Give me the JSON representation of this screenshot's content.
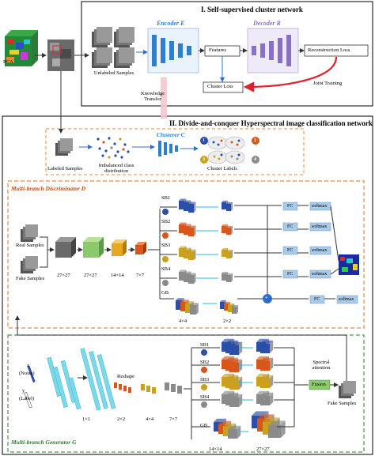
{
  "sections": {
    "top_title": "I. Self-supervised cluster network",
    "bottom_title": "II. Divide-and-conquer Hyperspectral image classification network"
  },
  "top": {
    "pca": "PCA",
    "unlabeled": "Unlabeled Samples",
    "encoder": "Encoder E",
    "decoder": "Decoder R",
    "features": "Features",
    "reconstruction_loss": "Reconstruction Loss",
    "cluster_loss": "Cluster Loss",
    "knowledge_transfer": "Knowledge Transfer",
    "joint_training": "Joint Training"
  },
  "clustering": {
    "labeled": "Labeled Samples",
    "imbalanced": "Imbalanced class distribution",
    "clusterer": "Clusterer C",
    "cluster_labels": "Cluster Labels",
    "badges": [
      "1",
      "2",
      "3",
      "4"
    ]
  },
  "discriminator": {
    "title": "Multi-branch Discriminator D",
    "real": "Real Samples",
    "fake": "Fake Samples",
    "sizes": [
      "27×27",
      "27×27",
      "14×14",
      "7×7",
      "4×4",
      "2×2"
    ],
    "branches": [
      "SB1",
      "SB2",
      "SB3",
      "SB4",
      "GB"
    ],
    "fc": "FC",
    "softmax": "softmax",
    "plus": "+"
  },
  "generator": {
    "title": "Multi-branch Generator G",
    "z": "z",
    "noise": "(Noise)",
    "y": "y",
    "label": "(Label)",
    "reshape": "Reshape",
    "sizes": [
      "1×1",
      "2×2",
      "4×4",
      "7×7",
      "14×14",
      "27×27"
    ],
    "branches": [
      "SB1",
      "SB2",
      "SB3",
      "SB4",
      "GB"
    ],
    "spectral": "Spectral attention",
    "fusion": "Fusion",
    "fake_samples": "Fake Samples"
  },
  "colors": {
    "encoder": "#2d7fd1",
    "decoder": "#8a6fc7",
    "red": "#e0202a",
    "orange_dash": "#e88a3a",
    "green_dash": "#4a9a4a",
    "disc_title": "#c04a10",
    "gen_title": "#2a7a2a",
    "blue": "#2a4fa8",
    "orange": "#d9561a",
    "gold": "#caa01c",
    "gray": "#8a8a8a",
    "cyan": "#7fd8e8",
    "fc": "#a9cbe8",
    "green_block": "#8cc86c"
  }
}
